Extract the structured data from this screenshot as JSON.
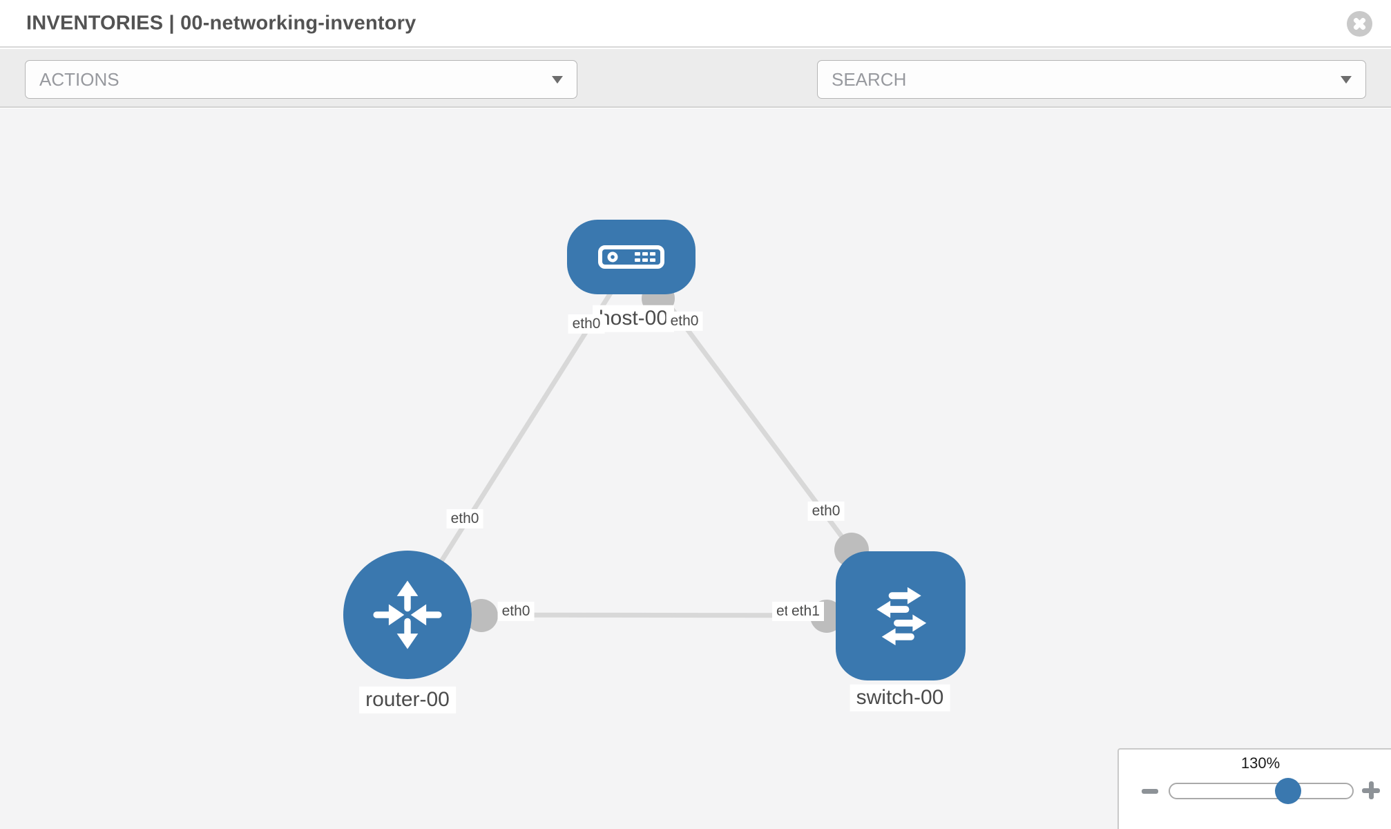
{
  "header": {
    "title": "INVENTORIES | 00-networking-inventory"
  },
  "toolbar": {
    "actions_label": "ACTIONS",
    "search_label": "SEARCH",
    "icons": [
      "wrench-icon",
      "key-icon"
    ]
  },
  "topology": {
    "nodes": [
      {
        "label": "host-00",
        "type": "host"
      },
      {
        "label": "router-00",
        "type": "router"
      },
      {
        "label": "switch-00",
        "type": "switch"
      }
    ],
    "links": [
      {
        "from": "host-00",
        "to": "router-00",
        "from_if": "eth0",
        "to_if": "eth0"
      },
      {
        "from": "host-00",
        "to": "switch-00",
        "from_if": "eth0",
        "to_if": "eth0"
      },
      {
        "from": "router-00",
        "to": "switch-00",
        "from_if": "eth0",
        "to_if": "eth1",
        "to_if_behind": "eth0"
      }
    ],
    "colors": {
      "node_blue": "#3a78af",
      "link_gray": "#d8d8d8",
      "port_gray": "#bdbdbd",
      "canvas_bg": "#f4f4f5"
    }
  },
  "zoom_panel": {
    "level": "130%",
    "zoom_out_icon": "minus",
    "zoom_in_icon": "plus"
  }
}
